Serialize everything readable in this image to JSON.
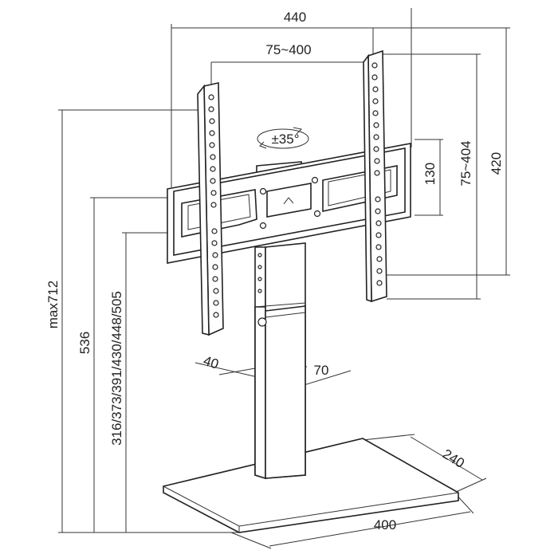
{
  "diagram": {
    "dimensions": {
      "overall_width": "440",
      "vesa_horizontal": "75~400",
      "rotation": "±35°",
      "vesa_vertical_range": "75~404",
      "arm_height": "420",
      "bracket_height": "130",
      "max_height": "max712",
      "height_536": "536",
      "height_levels": "316/373/391/430/448/505",
      "column_depth": "40",
      "column_width": "70",
      "base_depth": "240",
      "base_width": "400"
    }
  }
}
